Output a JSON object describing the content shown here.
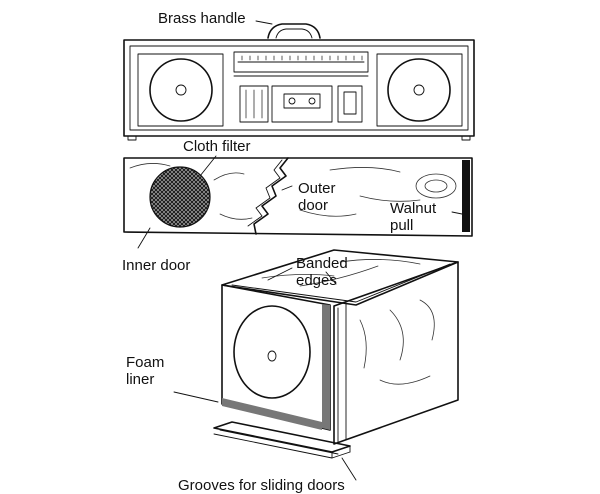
{
  "labels": {
    "brass_handle": "Brass handle",
    "cloth_filter": "Cloth filter",
    "outer_door": "Outer\ndoor",
    "walnut_pull": "Walnut\npull",
    "inner_door": "Inner door",
    "banded_edges": "Banded\nedges",
    "foam_liner": "Foam\nliner",
    "grooves": "Grooves for sliding doors"
  },
  "colors": {
    "ink": "#111111",
    "paper": "#ffffff",
    "filter_fill": "#1a1a1a"
  }
}
